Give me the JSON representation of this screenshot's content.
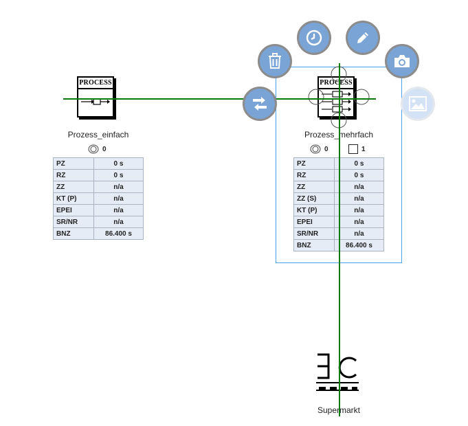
{
  "nodes": {
    "einfach": {
      "icon_header": "PROCESS",
      "label": "Prozess_einfach",
      "operator_count": "0",
      "table": [
        {
          "key": "PZ",
          "value": "0 s"
        },
        {
          "key": "RZ",
          "value": "0 s"
        },
        {
          "key": "ZZ",
          "value": "n/a"
        },
        {
          "key": "KT (P)",
          "value": "n/a"
        },
        {
          "key": "EPEI",
          "value": "n/a"
        },
        {
          "key": "SR/NR",
          "value": "n/a"
        },
        {
          "key": "BNZ",
          "value": "86.400 s"
        }
      ]
    },
    "mehrfach": {
      "icon_header": "PROCESS",
      "label": "Prozess_mehrfach",
      "operator_count": "0",
      "machine_count": "1",
      "table": [
        {
          "key": "PZ",
          "value": "0 s"
        },
        {
          "key": "RZ",
          "value": "0 s"
        },
        {
          "key": "ZZ",
          "value": "n/a"
        },
        {
          "key": "ZZ (S)",
          "value": "n/a"
        },
        {
          "key": "KT (P)",
          "value": "n/a"
        },
        {
          "key": "EPEI",
          "value": "n/a"
        },
        {
          "key": "SR/NR",
          "value": "n/a"
        },
        {
          "key": "BNZ",
          "value": "86.400 s"
        }
      ]
    },
    "supermarkt": {
      "label": "Supermarkt"
    }
  },
  "context_menu": {
    "items": [
      {
        "name": "delete-button",
        "icon": "trash-icon"
      },
      {
        "name": "history-button",
        "icon": "clock-icon"
      },
      {
        "name": "edit-button",
        "icon": "pencil-icon"
      },
      {
        "name": "snapshot-button",
        "icon": "camera-icon"
      },
      {
        "name": "swap-button",
        "icon": "swap-arrows-icon"
      },
      {
        "name": "image-button",
        "icon": "image-icon",
        "disabled": true
      }
    ]
  },
  "colors": {
    "accent": "#7aa3d6",
    "accent_disabled": "#d3e2f5",
    "selection": "#4aa3ea",
    "connector": "#0a7a0a",
    "table_bg": "#e6ecf5",
    "table_border": "#a9b3c2"
  }
}
